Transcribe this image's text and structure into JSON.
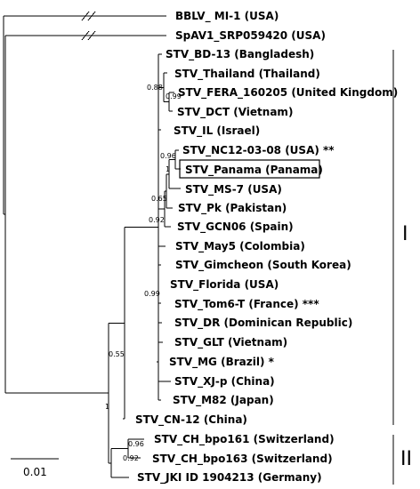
{
  "tree": {
    "taxa": [
      {
        "id": "bblv",
        "label": "BBLV_ MI-1 (USA)"
      },
      {
        "id": "spav1",
        "label": "SpAV1_SRP059420 (USA)"
      },
      {
        "id": "bd13",
        "label": "STV_BD-13 (Bangladesh)"
      },
      {
        "id": "thai",
        "label": "STV_Thailand (Thailand)"
      },
      {
        "id": "fera",
        "label": "STV_FERA_160205 (United Kingdom)"
      },
      {
        "id": "dct",
        "label": "STV_DCT (Vietnam)"
      },
      {
        "id": "il",
        "label": "STV_IL (Israel)"
      },
      {
        "id": "nc12",
        "label": "STV_NC12-03-08 (USA) **"
      },
      {
        "id": "panama",
        "label": "STV_Panama (Panama)",
        "boxed": true
      },
      {
        "id": "ms7",
        "label": "STV_MS-7 (USA)"
      },
      {
        "id": "pk",
        "label": "STV_Pk (Pakistan)"
      },
      {
        "id": "gcn06",
        "label": "STV_GCN06 (Spain)"
      },
      {
        "id": "may5",
        "label": "STV_May5 (Colombia)"
      },
      {
        "id": "gim",
        "label": "STV_Gimcheon (South Korea)"
      },
      {
        "id": "flo",
        "label": "STV_Florida (USA)"
      },
      {
        "id": "tom6",
        "label": "STV_Tom6-T (France) ***"
      },
      {
        "id": "dr",
        "label": "STV_DR (Dominican Republic)"
      },
      {
        "id": "glt",
        "label": "STV_GLT (Vietnam)"
      },
      {
        "id": "mg",
        "label": "STV_MG (Brazil) *"
      },
      {
        "id": "xj",
        "label": "STV_XJ-p (China)"
      },
      {
        "id": "m82",
        "label": "STV_M82 (Japan)"
      },
      {
        "id": "cn12",
        "label": "STV_CN-12 (China)"
      },
      {
        "id": "ch161",
        "label": "STV_CH_bpo161 (Switzerland)"
      },
      {
        "id": "ch163",
        "label": "STV_CH_bpo163 (Switzerland)"
      },
      {
        "id": "jki",
        "label": "STV_JKI ID 1904213 (Germany)"
      }
    ],
    "support_values": {
      "thai_fera_dct": "0.88",
      "fera_dct": "0.99",
      "nc12_panama_ms7": "0.96",
      "nc12_panama": "1",
      "pk_group": "0.65",
      "gcn_group": "0.92",
      "clade_one": "0.99",
      "stv_all": "0.55",
      "ingroup": "1",
      "ch_pair": "0.96",
      "clade_two": "0.92"
    },
    "groups": [
      {
        "id": "group-one",
        "label": "I"
      },
      {
        "id": "group-two",
        "label": "II"
      }
    ],
    "scale_bar": {
      "label": "0.01"
    }
  }
}
